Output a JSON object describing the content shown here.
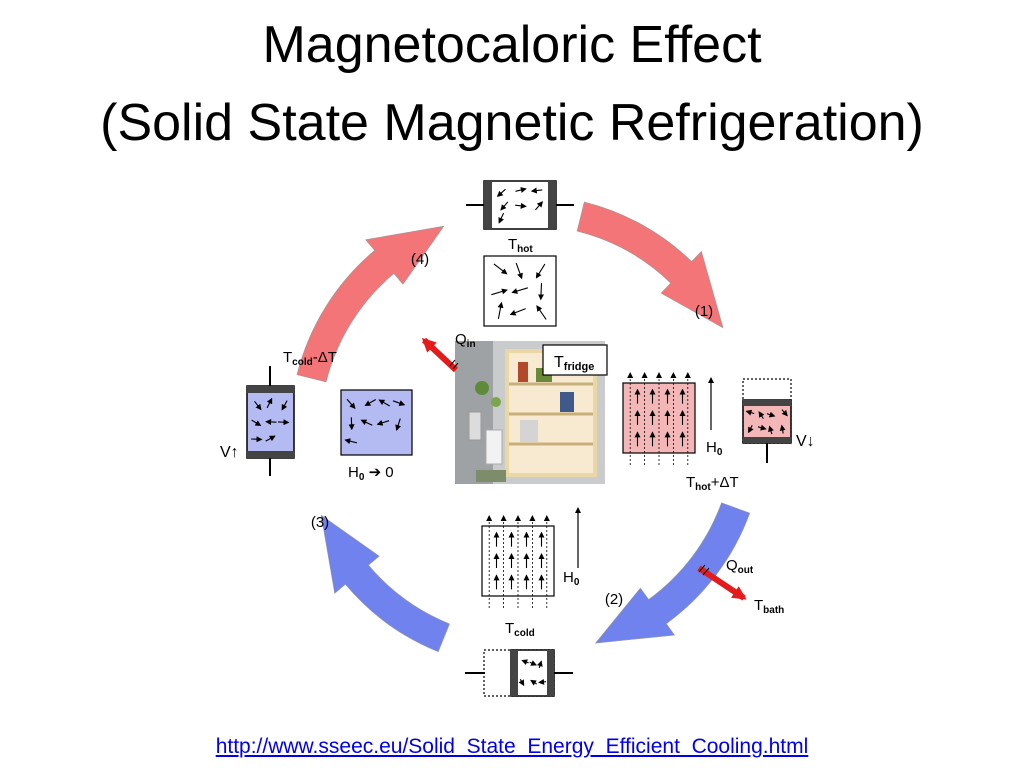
{
  "slide": {
    "title_line1": "Magnetocaloric Effect",
    "title_line2": "(Solid State Magnetic Refrigeration)",
    "link": "http://www.sseec.eu/Solid_State_Energy_Efficient_Cooling.html"
  },
  "diagram": {
    "steps": {
      "step1": "(1)",
      "step2": "(2)",
      "step3": "(3)",
      "step4": "(4)"
    },
    "labels": {
      "t_hot": {
        "main": "T",
        "sub": "hot"
      },
      "t_cold": {
        "main": "T",
        "sub": "cold"
      },
      "t_cold_minus": {
        "main": "T",
        "sub": "cold",
        "suffix": "-ΔT"
      },
      "t_hot_plus": {
        "main": "T",
        "sub": "hot",
        "suffix": "+ΔT"
      },
      "t_fridge": {
        "main": "T",
        "sub": "fridge"
      },
      "q_in": {
        "main": "Q",
        "sub": "in"
      },
      "q_out": {
        "main": "Q",
        "sub": "out"
      },
      "t_bath": {
        "main": "T",
        "sub": "bath"
      },
      "h0_right": {
        "main": "H",
        "sub": "0"
      },
      "h0_bottom": {
        "main": "H",
        "sub": "0"
      },
      "h0_to_zero": {
        "main": "H",
        "sub": "0",
        "suffix": " ➔ 0"
      },
      "v_down": "V↓",
      "v_up": "V↑"
    },
    "colors": {
      "hot_arrow": "#f47577",
      "cold_arrow": "#6f82ee",
      "hot_fill": "#f4b7b7",
      "cold_fill": "#b4baf2",
      "heat_arrow": "#e51b1b"
    }
  }
}
